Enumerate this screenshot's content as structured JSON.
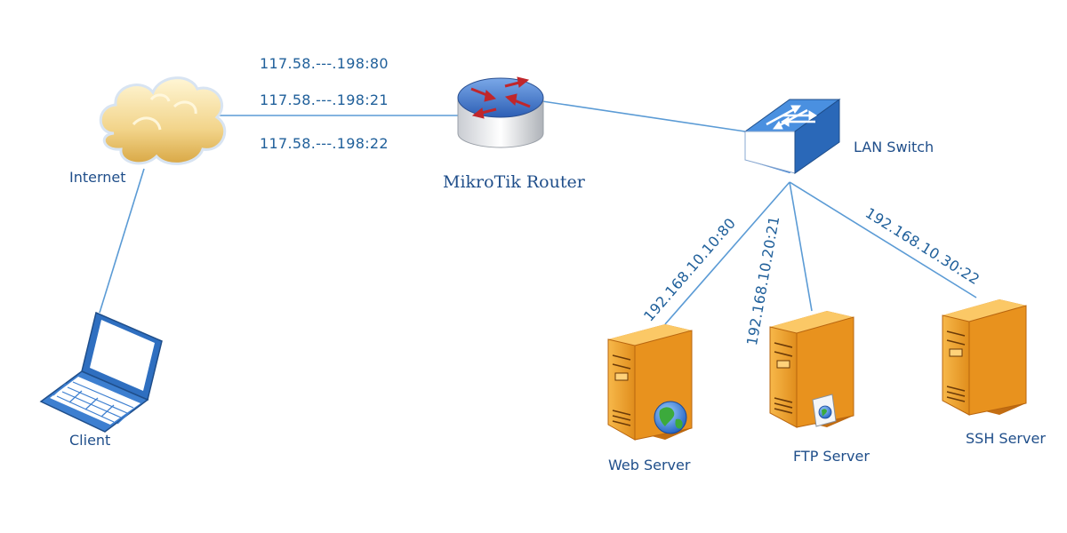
{
  "nodes": {
    "internet": {
      "label": "Internet"
    },
    "client": {
      "label": "Client"
    },
    "router": {
      "label": "MikroTik Router"
    },
    "switch": {
      "label": "LAN Switch"
    },
    "web_server": {
      "label": "Web Server"
    },
    "ftp_server": {
      "label": "FTP Server"
    },
    "ssh_server": {
      "label": "SSH Server"
    }
  },
  "public_ports": [
    "117.58.---.198:80",
    "117.58.---.198:21",
    "117.58.---.198:22"
  ],
  "lan_links": {
    "web": "192.168.10.10:80",
    "ftp": "192.168.10.20:21",
    "ssh": "192.168.10.30:22"
  },
  "colors": {
    "link": "#5b9bd5",
    "text": "#1f4e8a",
    "router_arrows": "#c0262b",
    "switch_body": "#4a90d9",
    "server_body": "#f0a030",
    "cloud": "#e8c56a"
  }
}
